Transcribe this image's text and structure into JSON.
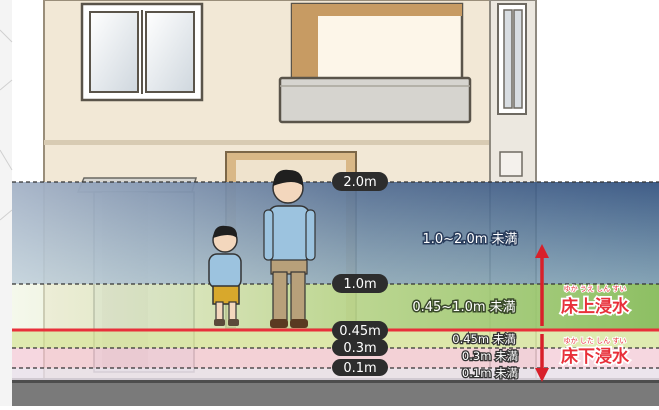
{
  "levels": {
    "l20": "2.0m",
    "l10": "1.0m",
    "l045": "0.45m",
    "l03": "0.3m",
    "l01": "0.1m"
  },
  "ranges": {
    "r1": "1.0~2.0m 未満",
    "r2": "0.45~1.0m 未満",
    "r3": "0.45m 未満",
    "r4": "0.3m 未満",
    "r5": "0.1m 未満"
  },
  "categories": {
    "above_floor": "床上浸水",
    "above_floor_ruby": "ゆか うえ しん すい",
    "below_floor": "床下浸水",
    "below_floor_ruby": "ゆか した しん すい"
  },
  "colors": {
    "deep_band": "#3f5f8a",
    "mid_band": "#8fc06a",
    "shallow_band_1": "#d9e6a2",
    "shallow_band_2": "#f3c9d6",
    "shallow_band_3": "#e9e1ea",
    "floor_line": "#e8303a",
    "category_red": "#e8303a",
    "arrow": "#d8202a",
    "house_wall": "#f2e8d6",
    "ground": "#7a7a7a"
  }
}
